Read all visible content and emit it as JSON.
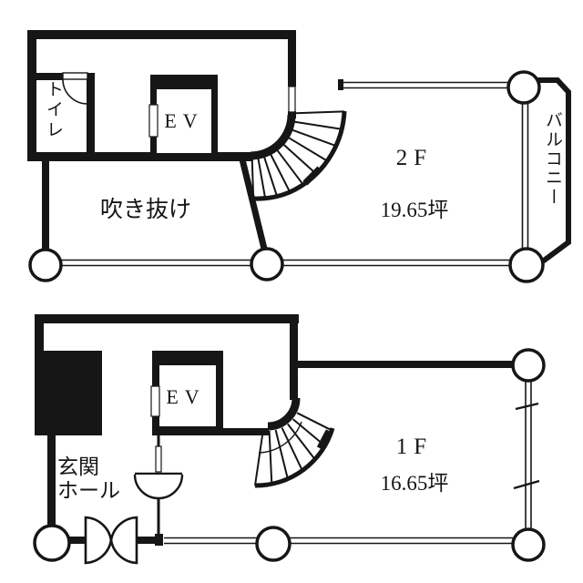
{
  "page": {
    "background": "#ffffff",
    "ink_color": "#161616",
    "type_note": "scanned architectural floor plan, two stacked plans"
  },
  "floors": {
    "second": {
      "name_label": "2F",
      "area_label": "19.65坪",
      "rooms": {
        "toilet_label": "トイレ",
        "elevator_label": "EV",
        "atrium_label": "吹き抜け",
        "balcony_label": "バルコニー"
      }
    },
    "first": {
      "name_label": "1F",
      "area_label": "16.65坪",
      "rooms": {
        "elevator_label": "EV",
        "entrance_hall_line1": "玄関",
        "entrance_hall_line2": "ホール"
      }
    }
  }
}
